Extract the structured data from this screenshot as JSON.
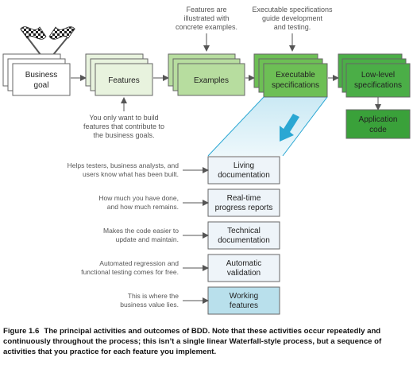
{
  "colors": {
    "box_stroke": "#666666",
    "box_white": "#ffffff",
    "box_green_light": "#e8f3de",
    "box_green_mid": "#8fcb7a",
    "box_green_dark": "#4bae47",
    "box_green_solid": "#3aa13a",
    "outcome_fill": "#eef4f9",
    "outcome_highlight": "#b9e0ec",
    "arrow": "#555555",
    "big_arrow": "#2aa7d3",
    "text": "#222222",
    "annotation_text": "#555555"
  },
  "icons": {
    "flags": "checkered-flags-icon"
  },
  "flow": {
    "business_goal": [
      "Business",
      "goal"
    ],
    "features": [
      "Features"
    ],
    "examples": [
      "Examples"
    ],
    "executable_specifications": [
      "Executable",
      "specifications"
    ],
    "low_level_specifications": [
      "Low-level",
      "specifications"
    ],
    "application_code": [
      "Application",
      "code"
    ]
  },
  "top_notes": {
    "examples_note": [
      "Features are",
      "illustrated with",
      "concrete examples."
    ],
    "executable_note": [
      "Executable specifications",
      "guide development",
      "and testing."
    ]
  },
  "features_note": [
    "You only want to build",
    "features that contribute to",
    "the business goals."
  ],
  "outcomes": [
    {
      "title": [
        "Living",
        "documentation"
      ],
      "note": [
        "Helps testers, business analysts, and",
        "users know what has been built."
      ]
    },
    {
      "title": [
        "Real-time",
        "progress reports"
      ],
      "note": [
        "How much you have done,",
        "and how much remains."
      ]
    },
    {
      "title": [
        "Technical",
        "documentation"
      ],
      "note": [
        "Makes the code easier to",
        "update and maintain."
      ]
    },
    {
      "title": [
        "Automatic",
        "validation"
      ],
      "note": [
        "Automated regression and",
        "functional testing comes for free."
      ]
    },
    {
      "title": [
        "Working",
        "features"
      ],
      "note": [
        "This is where the",
        "business value lies."
      ]
    }
  ],
  "caption": {
    "label": "Figure 1.6",
    "text": "The principal activities and outcomes of BDD. Note that these activities occur repeatedly and continuously throughout the process; this isn’t a single linear Waterfall-style process, but a sequence of activities that you practice for each feature you implement."
  }
}
